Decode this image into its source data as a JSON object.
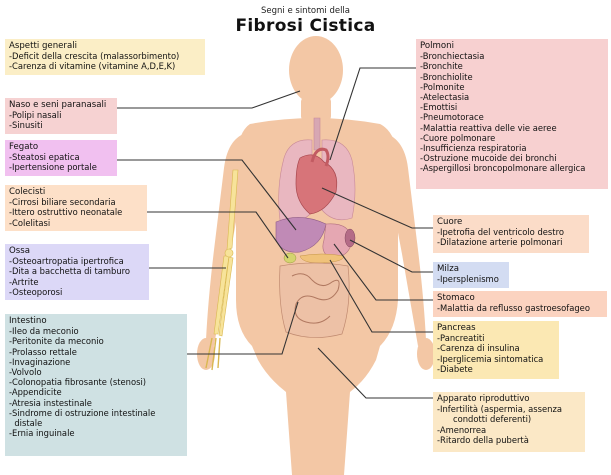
{
  "header": {
    "subtitle": "Segni e sintomi della",
    "title": "Fibrosi Cistica"
  },
  "colors": {
    "general": "#fbeec6",
    "nose": "#f6d2d2",
    "liver": "#f1c0f0",
    "gallbladder": "#fde0c8",
    "bones": "#dcd8f7",
    "intestine": "#cfe1e3",
    "lungs": "#f7d0d0",
    "heart": "#fbdcc8",
    "spleen": "#d3dcf2",
    "stomach": "#fbd3c0",
    "pancreas": "#fbe8b3",
    "reproductive": "#fbe8c6",
    "skin": "#f4c8a4"
  },
  "panels": {
    "general": {
      "title": "Aspetti generali",
      "items": [
        "-Deficit della crescita (malassorbimento)",
        "-Carenza di vitamine (vitamine A,D,E,K)"
      ]
    },
    "nose": {
      "title": "Naso e seni paranasali",
      "items": [
        "-Polipi nasali",
        "-Sinusiti"
      ]
    },
    "liver": {
      "title": "Fegato",
      "items": [
        "-Steatosi epatica",
        "-Ipertensione portale"
      ]
    },
    "gallbladder": {
      "title": "Colecisti",
      "items": [
        "-Cirrosi biliare secondaria",
        "-Ittero ostruttivo neonatale",
        "-Colelitasi"
      ]
    },
    "bones": {
      "title": "Ossa",
      "items": [
        "-Osteoartropatia ipertrofica",
        "-Dita a bacchetta di tamburo",
        "-Artrite",
        "-Osteoporosi"
      ]
    },
    "intestine": {
      "title": "Intestino",
      "items": [
        "-Ileo da meconio",
        "-Peritonite da meconio",
        "-Prolasso rettale",
        "-Invaginazione",
        "-Volvolo",
        "-Colonopatia fibrosante (stenosi)",
        "-Appendicite",
        "-Atresia instestinale",
        "-Sindrome di ostruzione intestinale",
        "  distale",
        "-Ernia inguinale"
      ]
    },
    "lungs": {
      "title": "Polmoni",
      "items": [
        "-Bronchiectasia",
        "-Bronchite",
        "-Bronchiolite",
        "-Polmonite",
        "-Atelectasia",
        "-Emottisi",
        "-Pneumotorace",
        "-Malattia reattiva delle vie aeree",
        "-Cuore polmonare",
        "-Insufficienza respiratoria",
        "-Ostruzione mucoide dei bronchi",
        "-Aspergillosi broncopolmonare allergica"
      ]
    },
    "heart": {
      "title": "Cuore",
      "items": [
        "-Ipetrofia del ventricolo destro",
        "-Dilatazione arterie polmonari"
      ]
    },
    "spleen": {
      "title": "Milza",
      "items": [
        "-Ipersplenismo"
      ]
    },
    "stomach": {
      "title": "Stomaco",
      "items": [
        "-Malattia da reflusso gastroesofageo"
      ]
    },
    "pancreas": {
      "title": "Pancreas",
      "items": [
        "-Pancreatiti",
        "-Carenza di insulina",
        "-Iperglicemia sintomatica",
        "-Diabete"
      ]
    },
    "reproductive": {
      "title": "Apparato riproduttivo",
      "items": [
        "-Infertilità (aspermia, assenza",
        "      condotti deferenti)",
        "-Amenorrea",
        "-Ritardo della pubertà"
      ]
    }
  }
}
